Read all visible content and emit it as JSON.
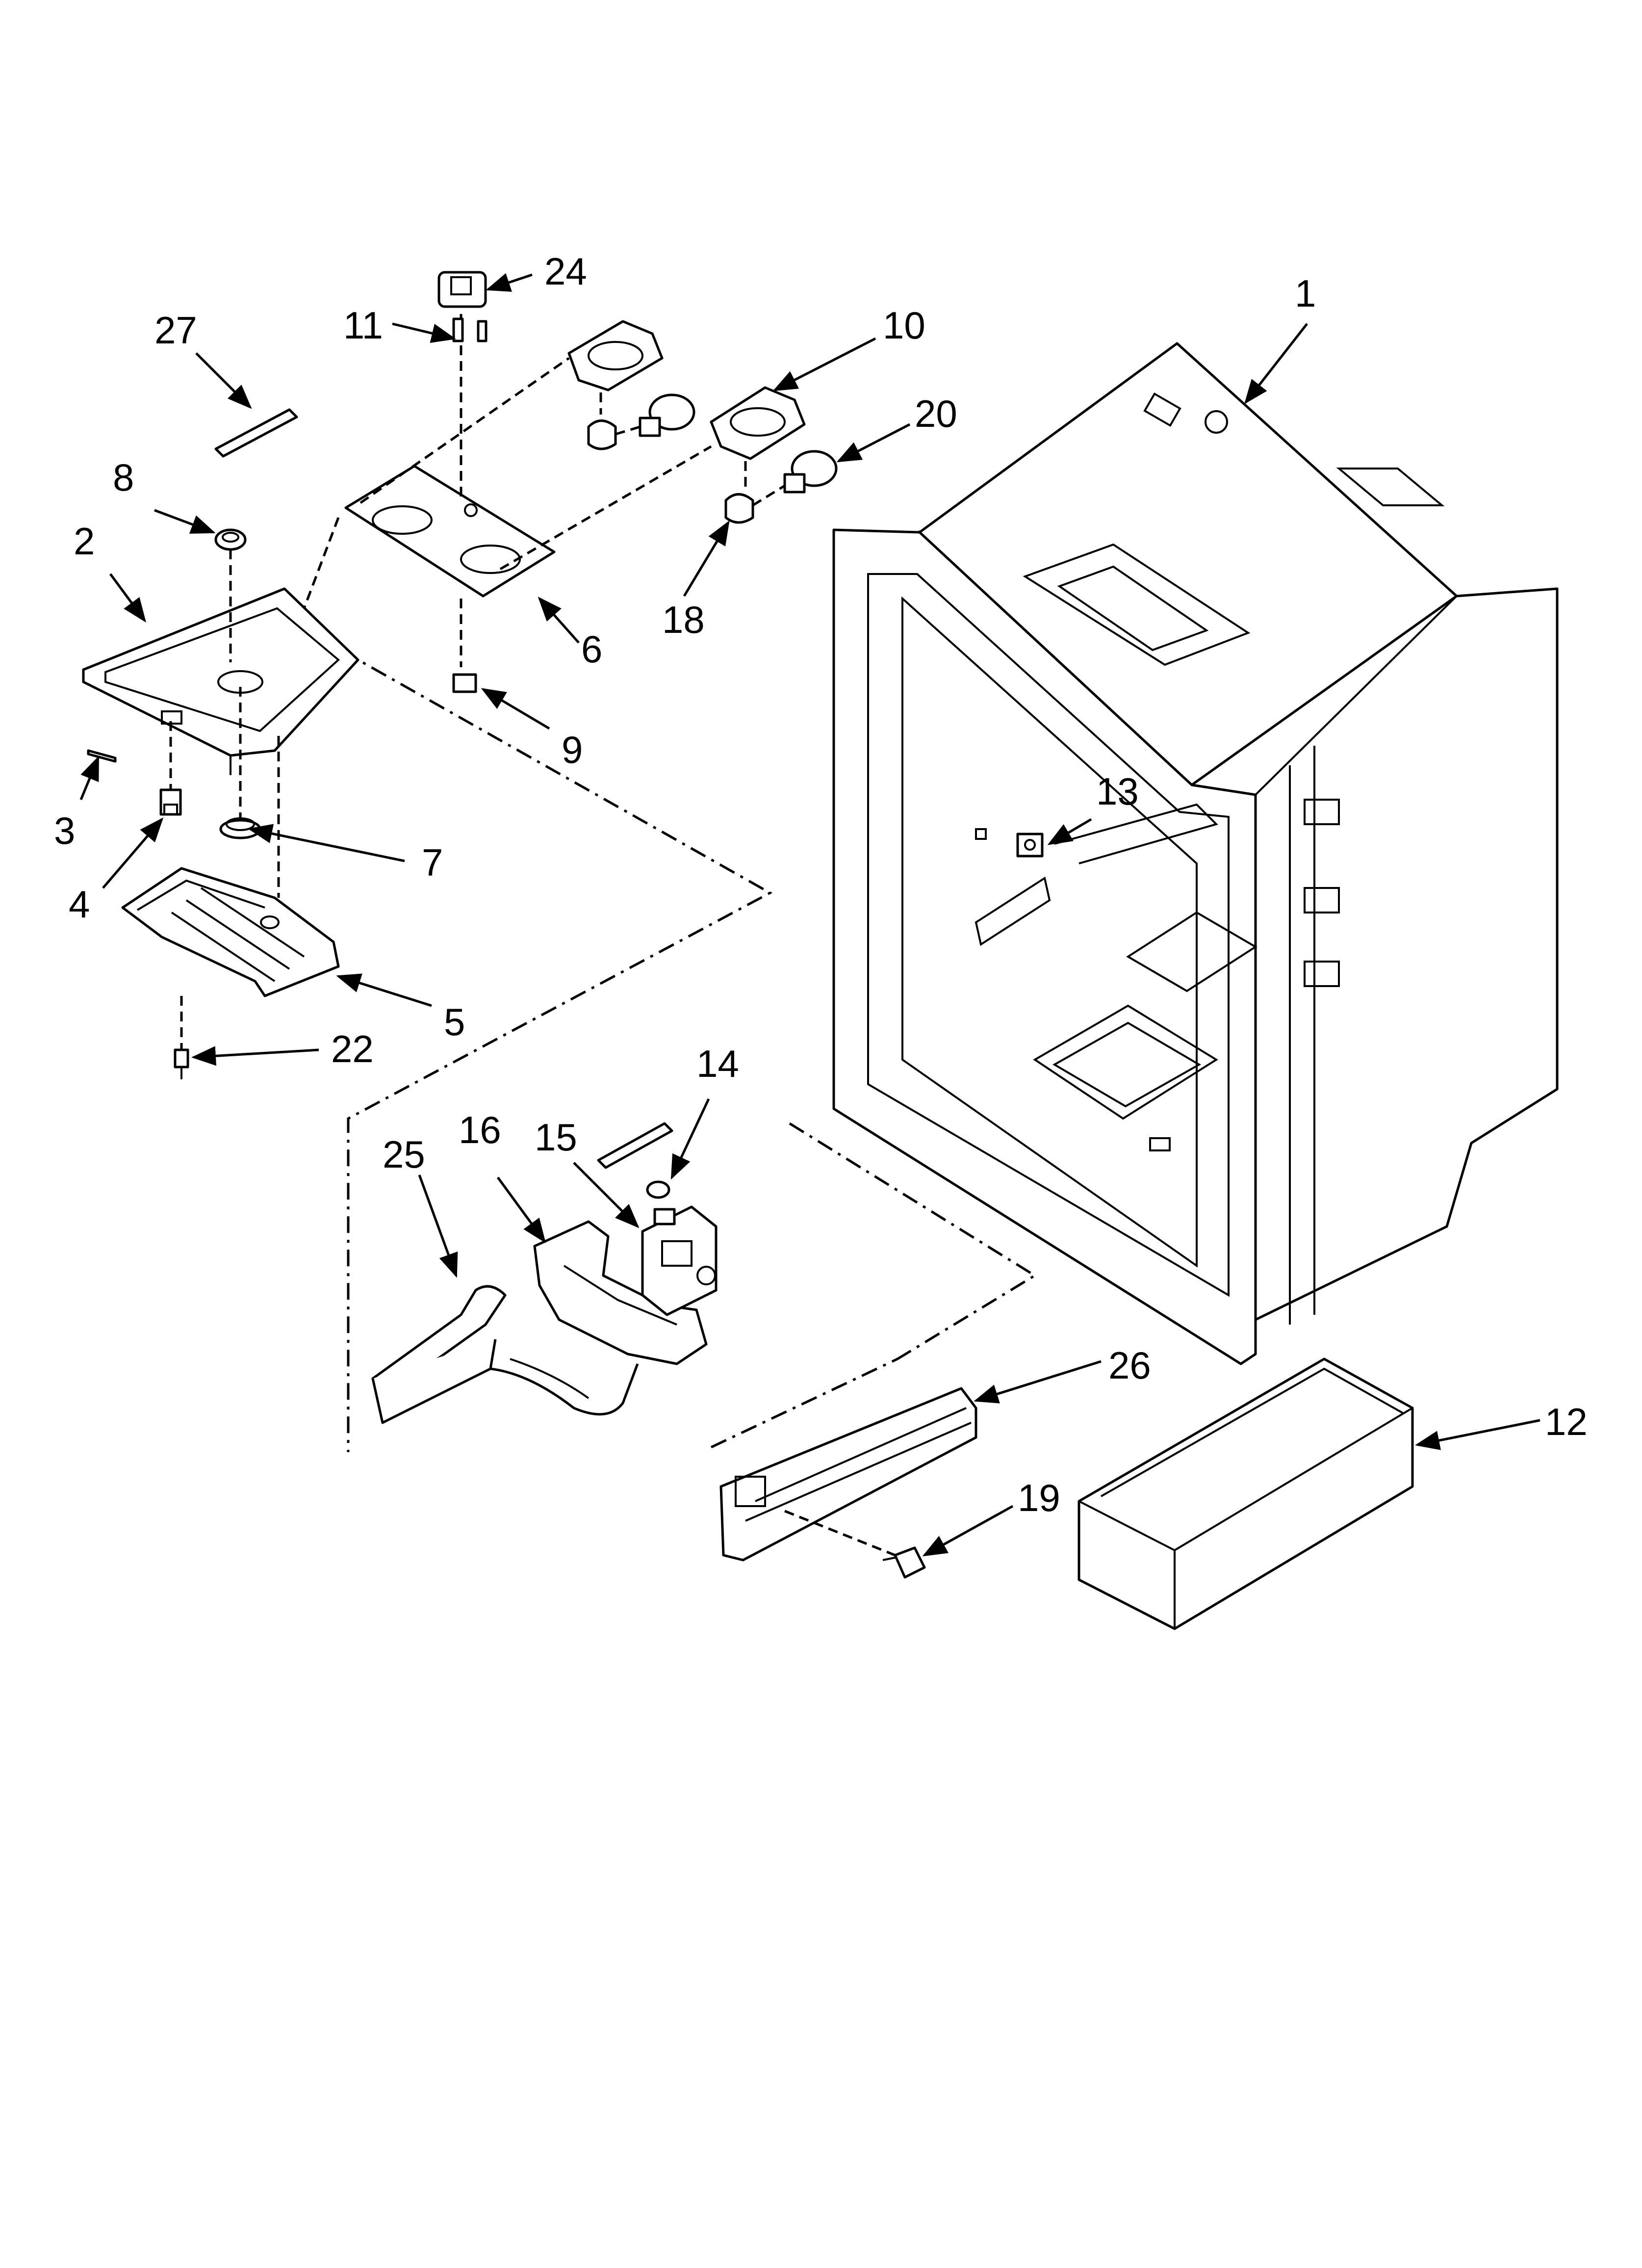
{
  "callouts": {
    "c1": "1",
    "c2": "2",
    "c3": "3",
    "c4": "4",
    "c5": "5",
    "c6": "6",
    "c7": "7",
    "c8": "8",
    "c9": "9",
    "c10": "10",
    "c11": "11",
    "c12": "12",
    "c13": "13",
    "c14": "14",
    "c15": "15",
    "c16": "16",
    "c18": "18",
    "c19": "19",
    "c20": "20",
    "c22": "22",
    "c24": "24",
    "c25": "25",
    "c26": "26",
    "c27": "27"
  }
}
